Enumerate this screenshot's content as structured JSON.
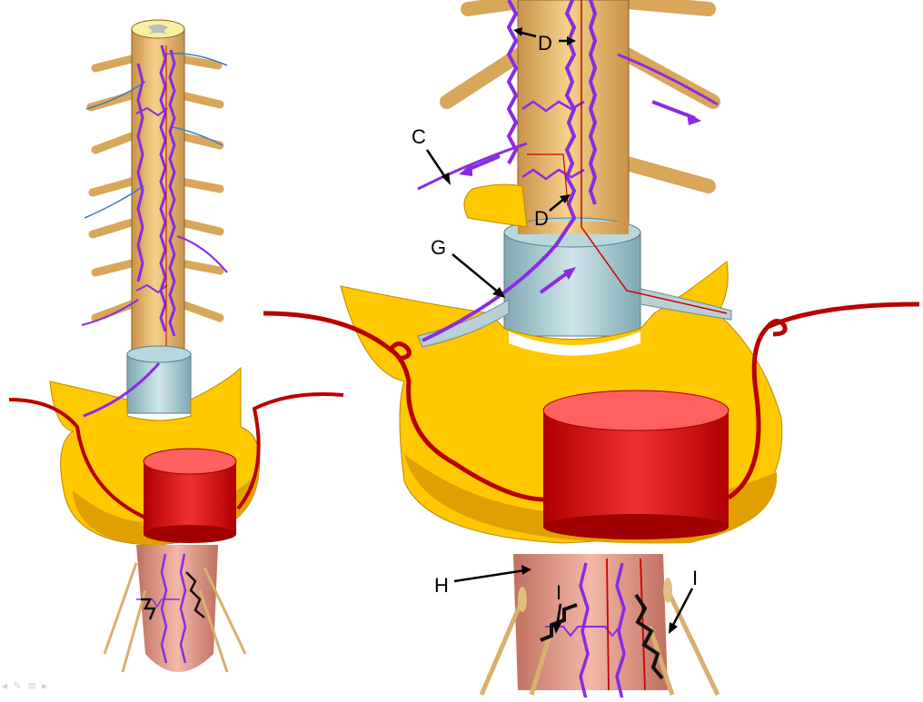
{
  "labels": {
    "c": "C",
    "d_top": "D",
    "d_bottom": "D",
    "g": "G",
    "h": "H",
    "i_left": "I",
    "i_right": "I"
  },
  "colors": {
    "spinal_cord": "#f0c070",
    "vertebra": "#ffc800",
    "artery": "#cc0000",
    "vein": "#8a2be2",
    "dura": "#a8ccd4",
    "nerve_blue": "#3a7abf",
    "conus": "#e8a090"
  },
  "toolbar": {
    "icons": [
      "arrow-left-icon",
      "pen-icon",
      "menu-icon",
      "arrow-right-icon"
    ]
  }
}
